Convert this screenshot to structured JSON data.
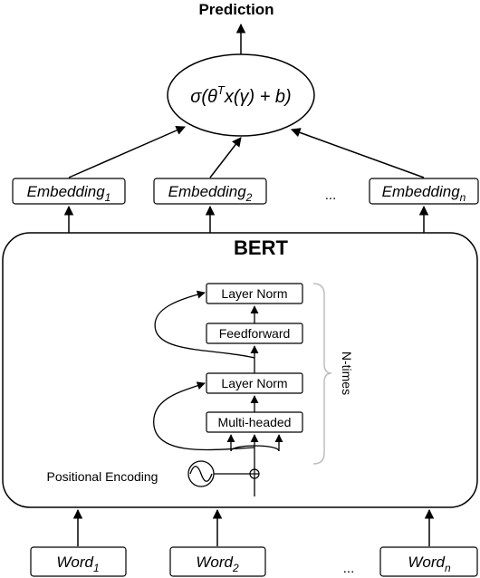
{
  "output": {
    "label": "Prediction"
  },
  "sigmoid": {
    "sigma": "σ(θ",
    "sup": "T",
    "rest": "x(γ) + b)"
  },
  "embeddings": [
    {
      "base": "Embedding",
      "sub": "1"
    },
    {
      "base": "Embedding",
      "sub": "2"
    },
    {
      "base": "Embedding",
      "sub": "n"
    }
  ],
  "embedding_ellipsis": "...",
  "bert": {
    "title": "BERT",
    "layer_norm_top": "Layer Norm",
    "feedforward": "Feedforward",
    "layer_norm_bottom": "Layer Norm",
    "multi_headed": "Multi-headed",
    "n_times": "N-times",
    "positional_encoding": "Positional Encoding"
  },
  "words": [
    {
      "base": "Word",
      "sub": "1"
    },
    {
      "base": "Word",
      "sub": "2"
    },
    {
      "base": "Word",
      "sub": "n"
    }
  ],
  "word_ellipsis": "...",
  "colors": {
    "stroke": "#000000",
    "brace": "#bdbdbd",
    "ntimes_text": "#b8b8b8"
  }
}
